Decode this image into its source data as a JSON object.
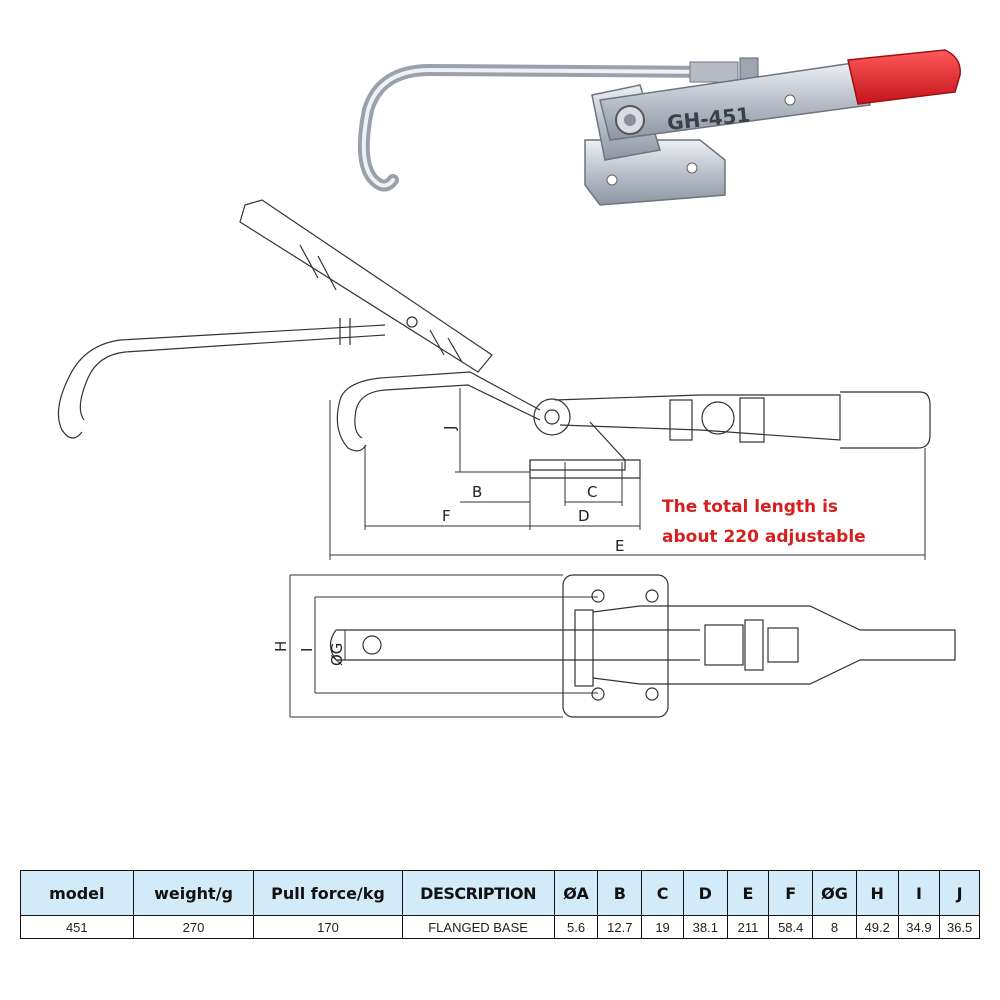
{
  "photo": {
    "label": "GH-451",
    "colors": {
      "metal": "#c9ced6",
      "handle": "#e8262b"
    }
  },
  "dimension_labels": [
    "J",
    "B",
    "C",
    "F",
    "D",
    "E",
    "H",
    "I",
    "ØG"
  ],
  "note": {
    "line1": "The total length is",
    "line2": "about 220 adjustable",
    "color": "#d62020"
  },
  "spec_table": {
    "header_bg": "#d3ebf8",
    "columns": [
      "model",
      "weight/g",
      "Pull force/kg",
      "DESCRIPTION",
      "ØA",
      "B",
      "C",
      "D",
      "E",
      "F",
      "ØG",
      "H",
      "I",
      "J"
    ],
    "rows": [
      [
        "451",
        "270",
        "170",
        "FLANGED BASE",
        "5.6",
        "12.7",
        "19",
        "38.1",
        "211",
        "58.4",
        "8",
        "49.2",
        "34.9",
        "36.5"
      ]
    ]
  }
}
